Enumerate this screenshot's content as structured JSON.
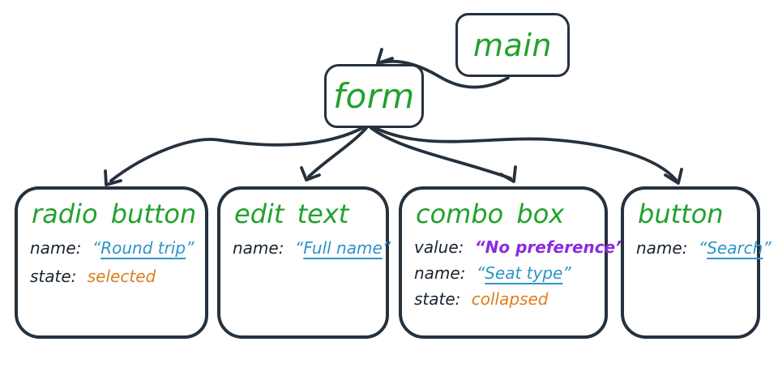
{
  "nodes": {
    "main": {
      "label": "main"
    },
    "form": {
      "label": "form"
    },
    "children": [
      {
        "id": "radio-button",
        "title": "radio button",
        "props": [
          {
            "key": "name:",
            "value": "Round trip",
            "style": "name"
          },
          {
            "key": "state:",
            "value": "selected",
            "style": "state"
          }
        ]
      },
      {
        "id": "edit-text",
        "title": "edit text",
        "props": [
          {
            "key": "name:",
            "value": "Full name",
            "style": "name"
          }
        ]
      },
      {
        "id": "combo-box",
        "title": "combo box",
        "props": [
          {
            "key": "value:",
            "value": "No preference",
            "style": "value"
          },
          {
            "key": "name:",
            "value": "Seat type",
            "style": "name"
          },
          {
            "key": "state:",
            "value": "collapsed",
            "style": "state"
          }
        ]
      },
      {
        "id": "button",
        "title": "button",
        "props": [
          {
            "key": "name:",
            "value": "Search",
            "style": "name"
          }
        ]
      }
    ]
  },
  "edges": [
    {
      "from": "main",
      "to": "form"
    },
    {
      "from": "form",
      "to": "radio-button"
    },
    {
      "from": "form",
      "to": "edit-text"
    },
    {
      "from": "form",
      "to": "combo-box"
    },
    {
      "from": "form",
      "to": "button"
    }
  ],
  "colors": {
    "ink": "#25313d",
    "label_text": "#1a2430",
    "node_green": "#22a12c",
    "name_blue": "#2e94c8",
    "state_orange": "#dd7d1e",
    "value_purple": "#8c2be0",
    "background": "#ffffff"
  }
}
